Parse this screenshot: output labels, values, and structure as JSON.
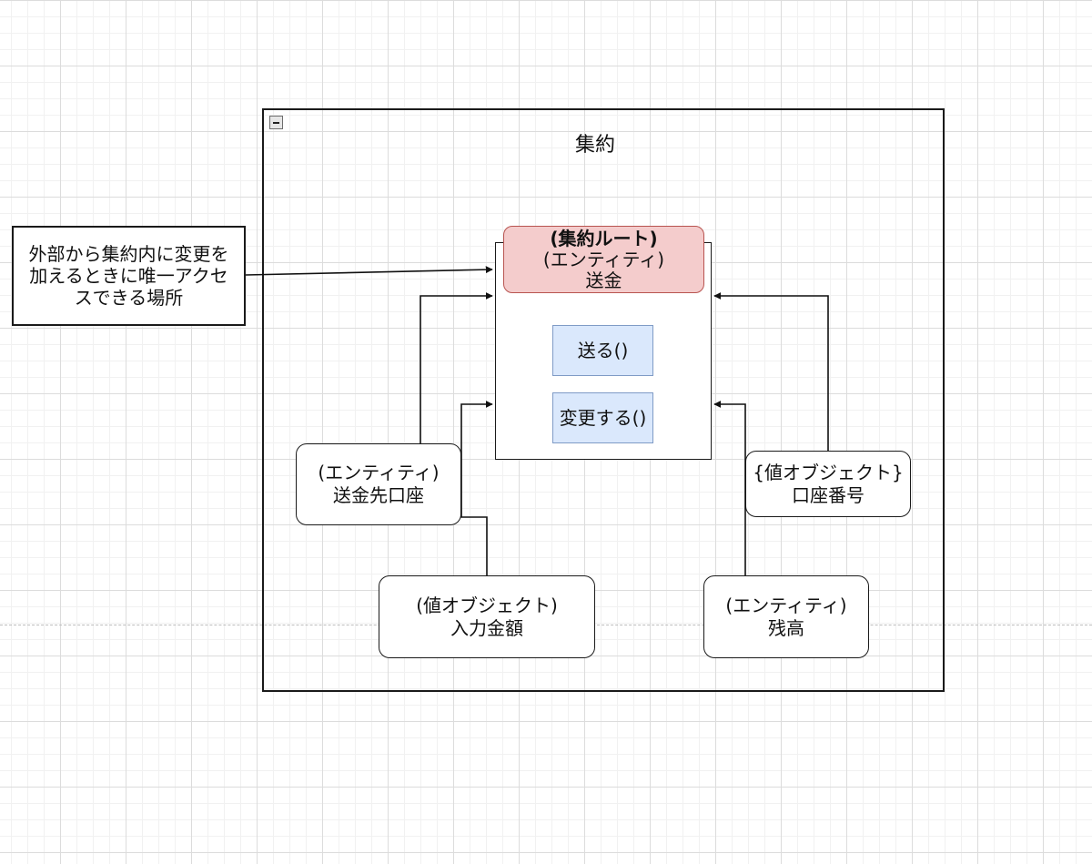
{
  "aggregate": {
    "title": "集約"
  },
  "root": {
    "role": "(集約ルート)",
    "type": "(エンティティ)",
    "name": "送金"
  },
  "methods": {
    "send": "送る()",
    "change": "変更する()"
  },
  "note": {
    "line1": "外部から集約内に変更を",
    "line2": "加えるときに唯一アクセ",
    "line3": "スできる場所"
  },
  "nodes": {
    "destination_account": {
      "type": "(エンティティ)",
      "name": "送金先口座"
    },
    "account_number": {
      "type": "{値オブジェクト}",
      "name": "口座番号"
    },
    "input_amount": {
      "type": "(値オブジェクト)",
      "name": "入力金額"
    },
    "balance": {
      "type": "(エンティティ)",
      "name": "残高"
    }
  },
  "colors": {
    "root_fill": "#f4cccc",
    "root_stroke": "#b85450",
    "method_fill": "#dae8fc",
    "method_stroke": "#7f9bc6"
  }
}
